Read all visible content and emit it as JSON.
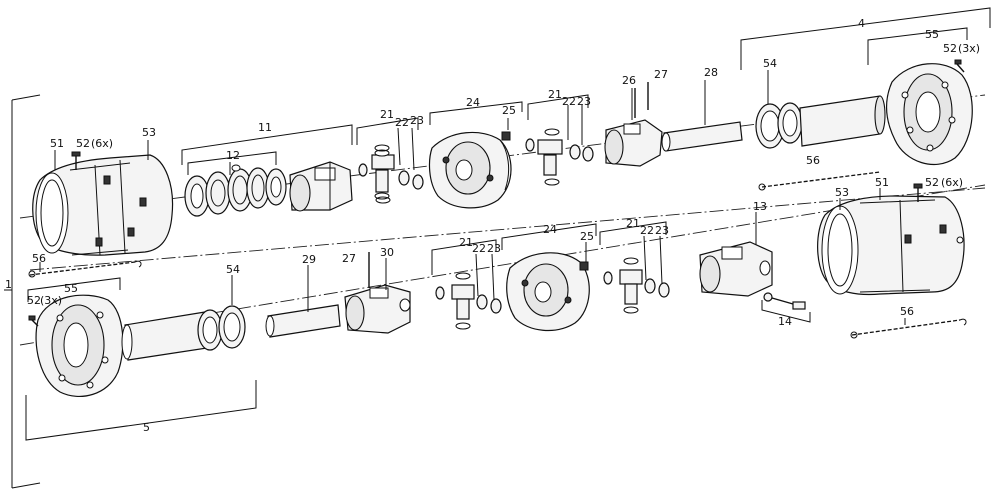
{
  "labels": {
    "l1": "1",
    "l4": "4",
    "l5": "5",
    "l11": "11",
    "l12": "12",
    "l13": "13",
    "l14": "14",
    "l21a": "21",
    "l21b": "21",
    "l21c": "21",
    "l21d": "21",
    "l22a": "22",
    "l22b": "22",
    "l22c": "22",
    "l22d": "22",
    "l23a": "23",
    "l23b": "23",
    "l23c": "23",
    "l23d": "23",
    "l24a": "24",
    "l24b": "24",
    "l25a": "25",
    "l25b": "25",
    "l26": "26",
    "l27a": "27",
    "l27b": "27",
    "l28": "28",
    "l29": "29",
    "l30": "30",
    "l51a": "51",
    "l51b": "51",
    "l52a": "52",
    "l52a_q": "(6x)",
    "l52b": "52",
    "l52b_q": "(3x)",
    "l52c": "52",
    "l52c_q": "(6x)",
    "l52d": "52",
    "l52d_q": "(3x)",
    "l53a": "53",
    "l53b": "53",
    "l54a": "54",
    "l54b": "54",
    "l55a": "55",
    "l55b": "55",
    "l56a": "56",
    "l56b": "56",
    "l56c": "56"
  }
}
